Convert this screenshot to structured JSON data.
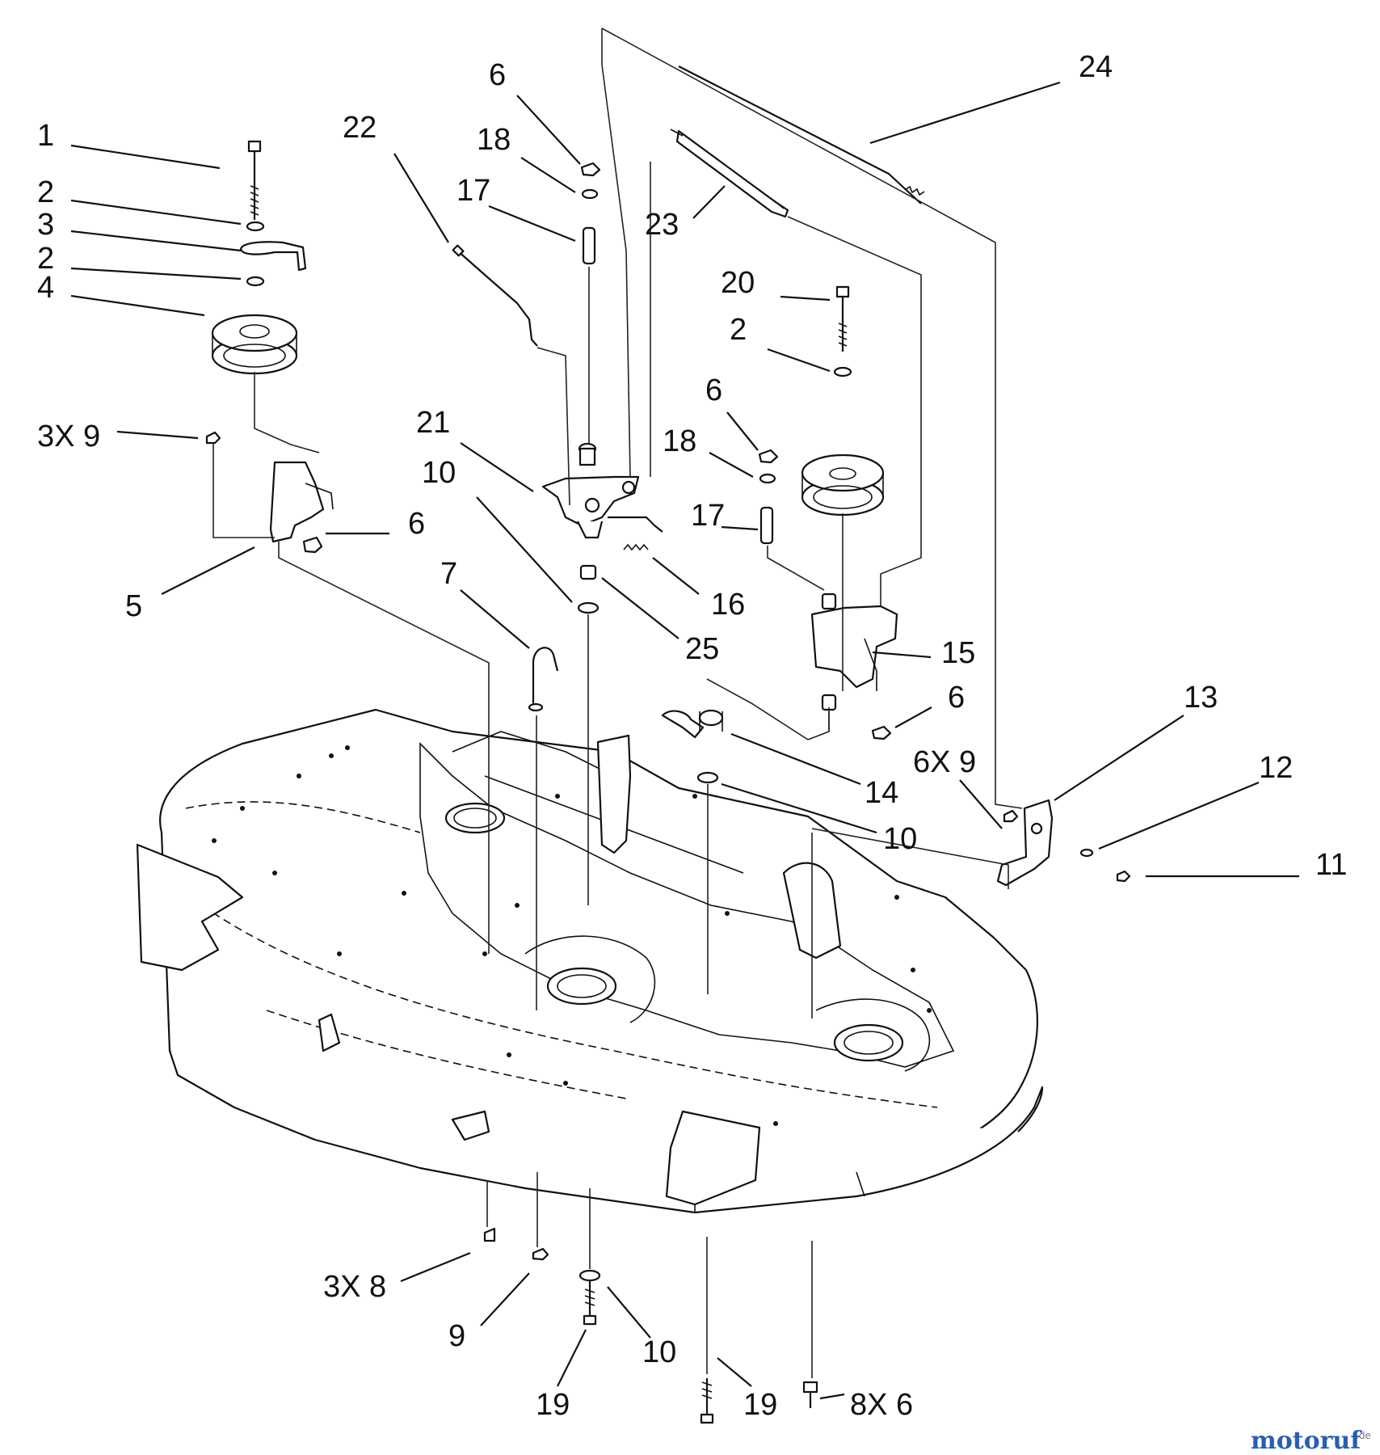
{
  "callouts": [
    {
      "label": "1"
    },
    {
      "label": "2"
    },
    {
      "label": "3"
    },
    {
      "label": "2"
    },
    {
      "label": "4"
    },
    {
      "label": "3X 9"
    },
    {
      "label": "6"
    },
    {
      "label": "5"
    },
    {
      "label": "22"
    },
    {
      "label": "6"
    },
    {
      "label": "18"
    },
    {
      "label": "17"
    },
    {
      "label": "21"
    },
    {
      "label": "10"
    },
    {
      "label": "7"
    },
    {
      "label": "16"
    },
    {
      "label": "25"
    },
    {
      "label": "23"
    },
    {
      "label": "24"
    },
    {
      "label": "20"
    },
    {
      "label": "2"
    },
    {
      "label": "6"
    },
    {
      "label": "18"
    },
    {
      "label": "17"
    },
    {
      "label": "15"
    },
    {
      "label": "6"
    },
    {
      "label": "14"
    },
    {
      "label": "10"
    },
    {
      "label": "13"
    },
    {
      "label": "6X 9"
    },
    {
      "label": "12"
    },
    {
      "label": "11"
    },
    {
      "label": "3X 8"
    },
    {
      "label": "9"
    },
    {
      "label": "10"
    },
    {
      "label": "19"
    },
    {
      "label": "19"
    },
    {
      "label": "8X 6"
    }
  ],
  "watermark": {
    "brand": "motoruf",
    "suffix": ".de"
  },
  "colors": {
    "line": "#111111",
    "paper": "#ffffff",
    "wm_red": "#c0392b",
    "wm_green": "#2e8b3a",
    "wm_blue": "#2a5db0",
    "wm_orange": "#e08a1e"
  }
}
